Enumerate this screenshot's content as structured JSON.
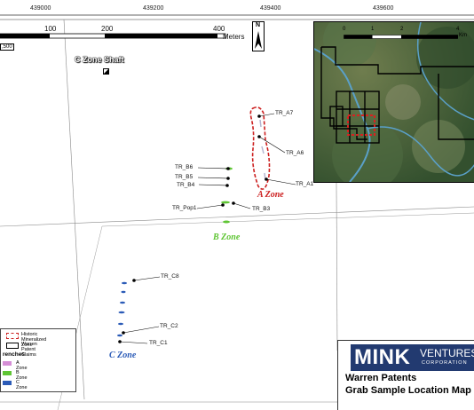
{
  "grid_coords": [
    "439000",
    "439200",
    "439400",
    "439600"
  ],
  "scale_bar": {
    "ticks": [
      "100",
      "200",
      "400"
    ],
    "unit": "Meters",
    "ratio": ",500"
  },
  "north_label": "N",
  "shaft_label": "C Zone Shaft",
  "samples": [
    "TR_A7",
    "TR_A6",
    "TR_A1",
    "TR_B6",
    "TR_B5",
    "TR_B4",
    "TR_Pop1",
    "TR_B3",
    "TR_C8",
    "TR_C2",
    "TR_C1"
  ],
  "zones": {
    "a": "A Zone",
    "b": "B Zone",
    "c": "C Zone"
  },
  "zone_colors": {
    "a": "#cc1f1f",
    "b": "#5fc534",
    "c": "#2b5bb7",
    "historic": "#cc1f1f"
  },
  "inset": {
    "ticks": [
      "0",
      "1",
      "2",
      "4"
    ],
    "unit": "Km"
  },
  "legend": {
    "historic": "Historic Mineralized Zone",
    "claims": "Warren Patent Claims",
    "trenches": "renches",
    "a": "A Zone",
    "b": "B Zone",
    "c": "C Zone"
  },
  "brand": {
    "name": "MINK",
    "suffix": "VENTURES",
    "sub": "CORPORATION"
  },
  "title": {
    "line1": "Warren Patents",
    "line2": "Grab Sample Location Map"
  }
}
